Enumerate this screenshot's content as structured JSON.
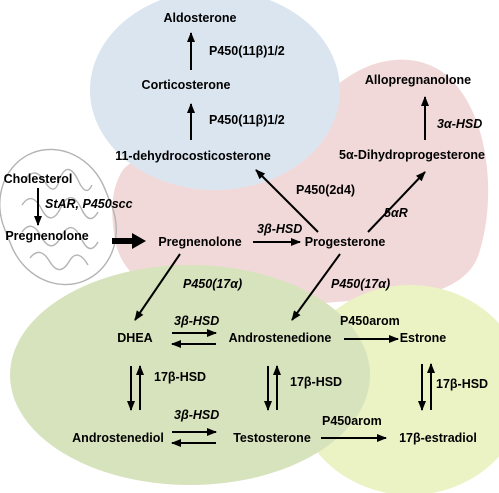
{
  "labels": {
    "aldosterone": "Aldosterone",
    "enzyme_11b_top": "P450(11β)1/2",
    "corticosterone": "Corticosterone",
    "enzyme_11b_mid": "P450(11β)1/2",
    "dehydrocorticosterone": "11-dehydrocosticosterone",
    "allopregnanolone": "Allopregnanolone",
    "enzyme_3a_hsd": "3α-HSD",
    "dihydroprogesterone": "5α-Dihydroprogesterone",
    "enzyme_2d4": "P450(2d4)",
    "enzyme_5ar": "5αR",
    "cholesterol": "Cholesterol",
    "enzyme_star": "StAR, P450scc",
    "pregnenolone_mito": "Pregnenolone",
    "pregnenolone": "Pregnenolone",
    "enzyme_3b_hsd_top": "3β-HSD",
    "progesterone": "Progesterone",
    "enzyme_17a_left": "P450(17α)",
    "enzyme_17a_right": "P450(17α)",
    "dhea": "DHEA",
    "enzyme_3b_hsd_mid": "3β-HSD",
    "androstenedione": "Androstenedione",
    "enzyme_arom_top": "P450arom",
    "estrone": "Estrone",
    "enzyme_17b_left": "17β-HSD",
    "enzyme_17b_mid": "17β-HSD",
    "enzyme_17b_right": "17β-HSD",
    "enzyme_3b_hsd_bot": "3β-HSD",
    "androstenediol": "Androstenediol",
    "testosterone": "Testosterone",
    "enzyme_arom_bot": "P450arom",
    "estradiol": "17β-estradiol"
  },
  "colors": {
    "blue_region": "#dbe5f0",
    "pink_region": "#f2d9d9",
    "green_region": "#d7e3bc",
    "lime_region": "#ebf2c3",
    "mitochondrion": "#b3b3b3"
  }
}
